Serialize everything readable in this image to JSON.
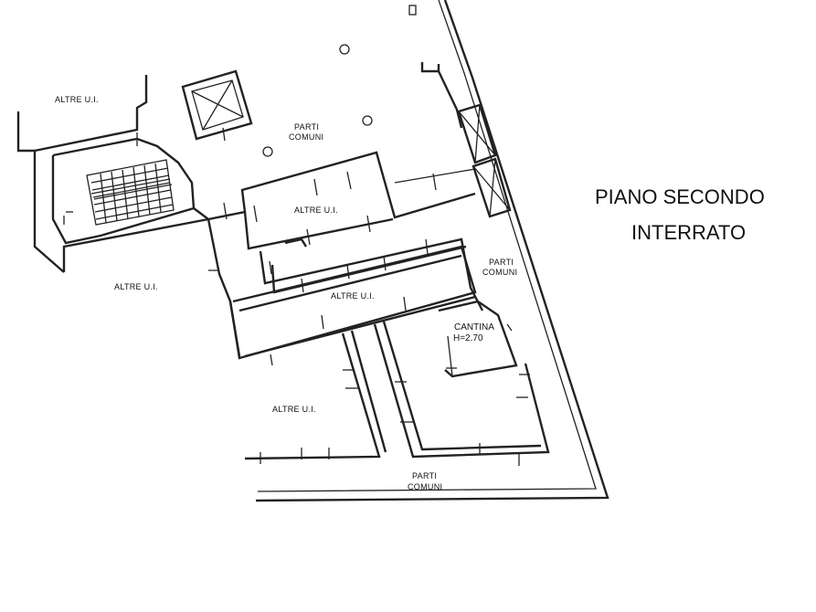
{
  "title": {
    "line1": "PIANO SECONDO",
    "line2": "INTERRATO"
  },
  "rooms": {
    "altre_ui_top_left": "ALTRE U.I.",
    "parti_comuni_top_1": "PARTI",
    "parti_comuni_top_2": "COMUNI",
    "altre_ui_center_upper": "ALTRE U.I.",
    "altre_ui_left": "ALTRE U.I.",
    "altre_ui_center": "ALTRE U.I.",
    "parti_comuni_right_1": "PARTI",
    "parti_comuni_right_2": "COMUNI",
    "cantina_1": "CANTINA",
    "cantina_2": "H=2.70",
    "altre_ui_bottom": "ALTRE U.I.",
    "parti_comuni_bottom_1": "PARTI",
    "parti_comuni_bottom_2": "COMUNI"
  }
}
